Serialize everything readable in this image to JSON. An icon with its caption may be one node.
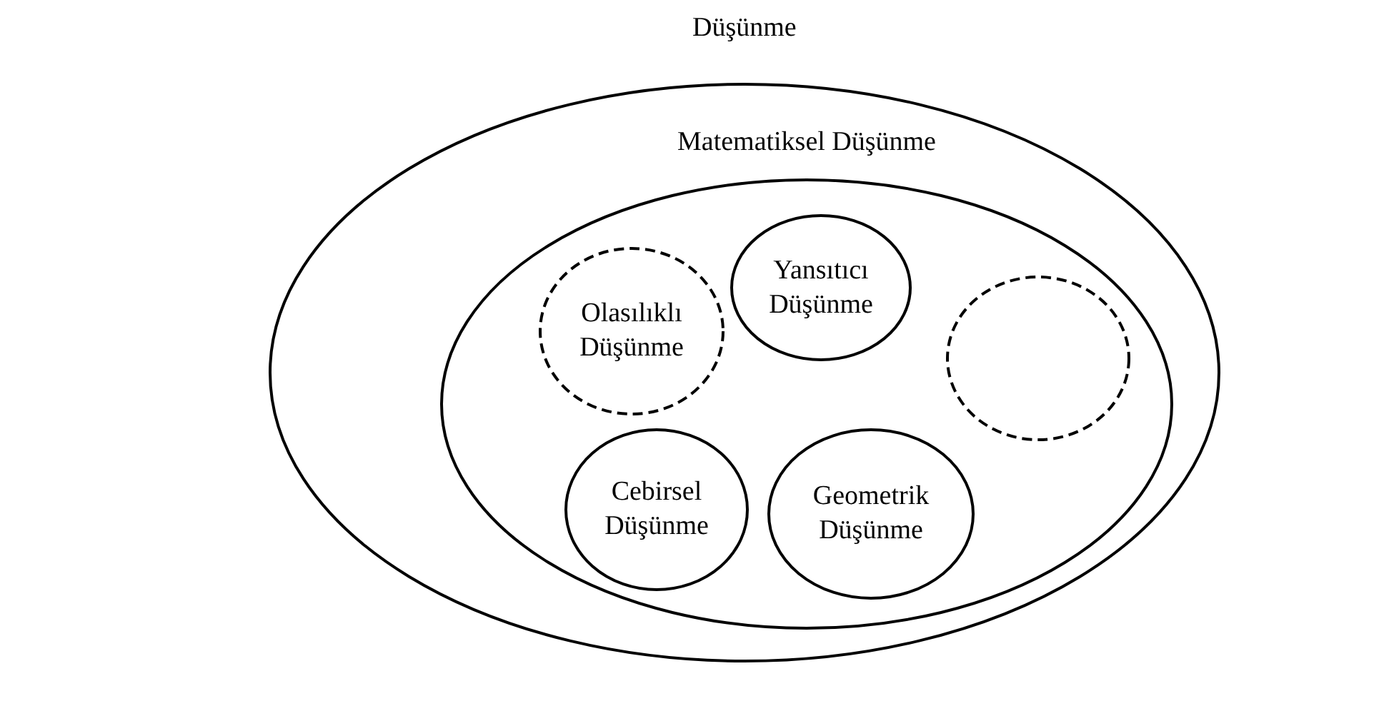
{
  "diagram": {
    "nodes": [
      {
        "text": [
          "Düşünme"
        ]
      },
      {
        "text": [
          "Matematiksel Düşünme"
        ],
        "in": 0
      },
      {
        "text": [
          "Yansıtıcı Düşünme"
        ],
        "in": 1
      },
      {
        "text": [
          "Olasılıklı Düşünme"
        ],
        "in": 1
      },
      {
        "text": [],
        "shape": "circle",
        "in": 1
      },
      {
        "text": [
          "Cebirsel Düşünme"
        ],
        "in": 1
      },
      {
        "text": [
          "Geometrik Düşünme"
        ],
        "in": 1
      }
    ],
    "edges": []
  }
}
